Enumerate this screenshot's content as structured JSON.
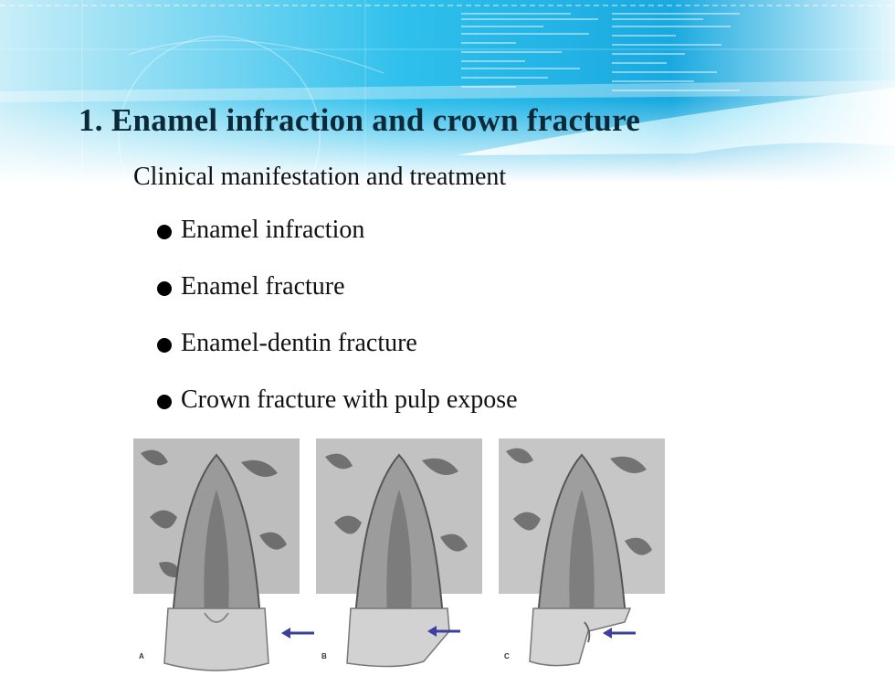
{
  "slide": {
    "title": "1. Enamel infraction and crown fracture",
    "subtitle": "Clinical manifestation and treatment",
    "bullets": [
      "Enamel infraction",
      "Enamel fracture",
      "Enamel-dentin fracture",
      "Crown fracture with pulp expose"
    ]
  },
  "figure": {
    "panel_labels": [
      "A",
      "B",
      "C"
    ],
    "arrow_color": "#3b3f9e"
  },
  "theme": {
    "banner_color": "#23b8e6",
    "title_color": "#0a2a3a"
  }
}
